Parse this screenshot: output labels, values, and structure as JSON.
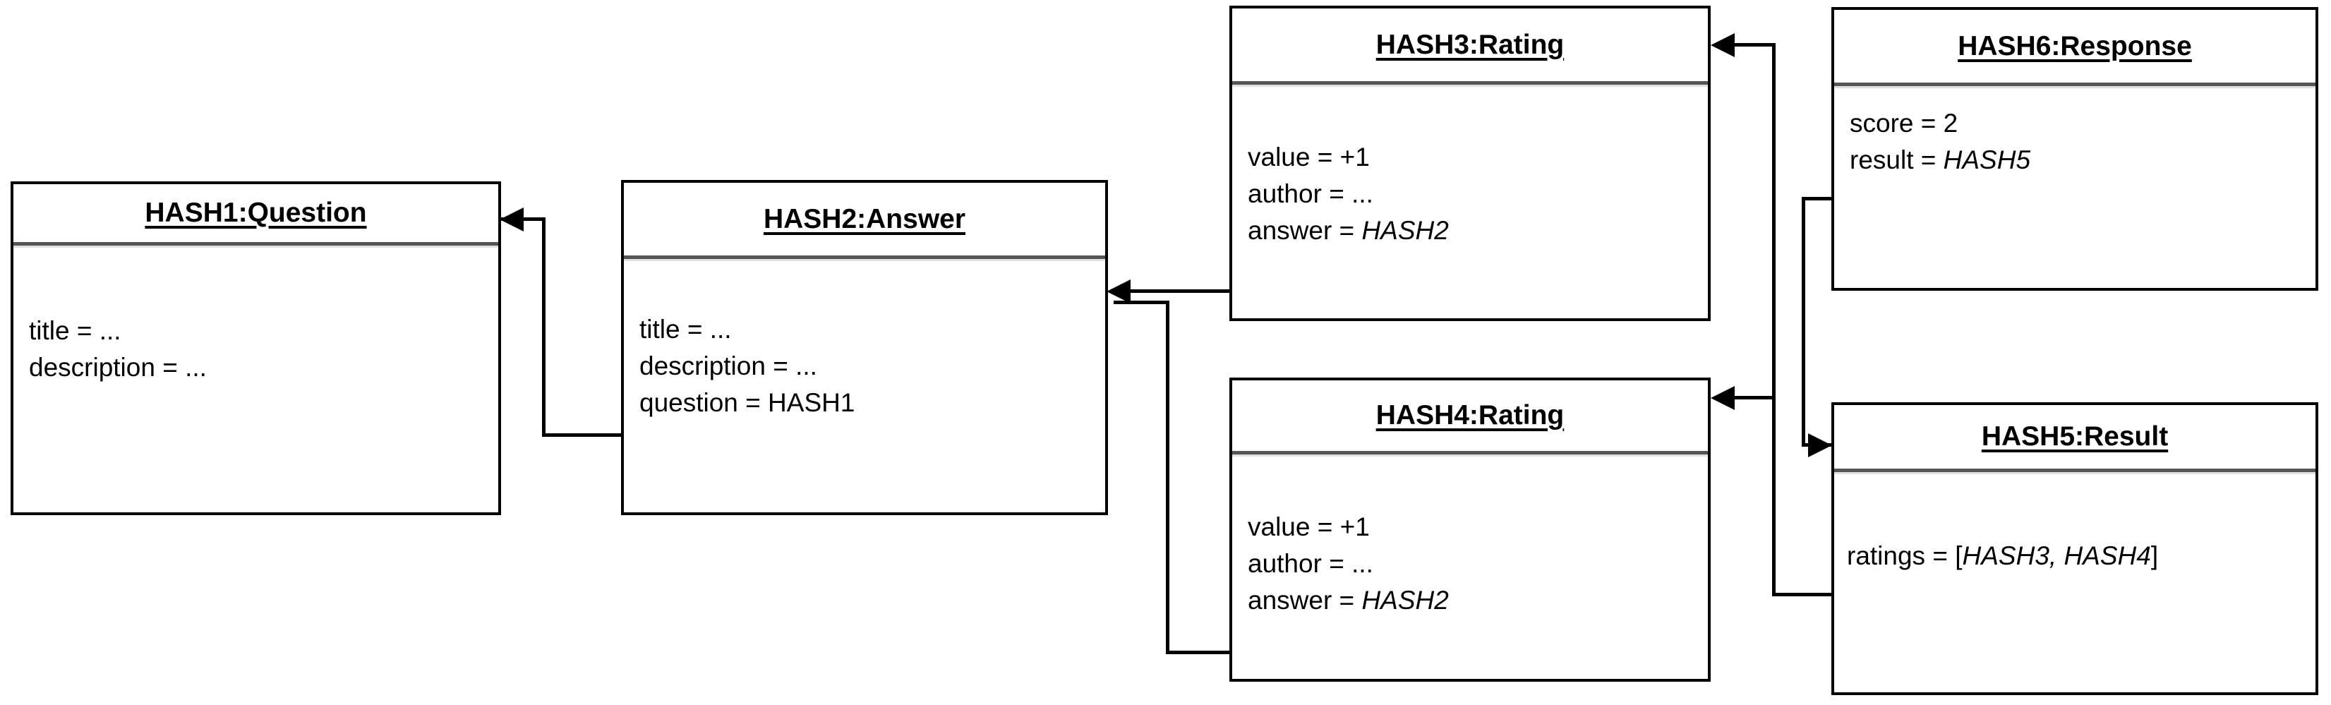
{
  "diagram": {
    "type": "uml-object-diagram",
    "objects": [
      {
        "id": "hash1",
        "title": "HASH1:Question",
        "attributes": [
          {
            "name": "title",
            "value": "...",
            "is_reference": false,
            "text": "title = ..."
          },
          {
            "name": "description",
            "value": "...",
            "is_reference": false,
            "text": "description = ..."
          }
        ]
      },
      {
        "id": "hash2",
        "title": "HASH2:Answer",
        "attributes": [
          {
            "name": "title",
            "value": "...",
            "is_reference": false,
            "text": "title = ..."
          },
          {
            "name": "description",
            "value": "...",
            "is_reference": false,
            "text": "description = ..."
          },
          {
            "name": "question",
            "value": "HASH1",
            "is_reference": false,
            "text": "question = HASH1"
          }
        ]
      },
      {
        "id": "hash3",
        "title": "HASH3:Rating",
        "attributes": [
          {
            "name": "value",
            "value": "+1",
            "is_reference": false,
            "text": "value = +1"
          },
          {
            "name": "author",
            "value": "...",
            "is_reference": false,
            "text": "author = ..."
          },
          {
            "name": "answer",
            "value": "HASH2",
            "is_reference": true,
            "label": "answer = ",
            "ref": "HASH2"
          }
        ]
      },
      {
        "id": "hash4",
        "title": "HASH4:Rating",
        "attributes": [
          {
            "name": "value",
            "value": "+1",
            "is_reference": false,
            "text": "value = +1"
          },
          {
            "name": "author",
            "value": "...",
            "is_reference": false,
            "text": "author = ..."
          },
          {
            "name": "answer",
            "value": "HASH2",
            "is_reference": true,
            "label": "answer = ",
            "ref": "HASH2"
          }
        ]
      },
      {
        "id": "hash5",
        "title": "HASH5:Result",
        "attributes": [
          {
            "name": "ratings",
            "value": "[HASH3, HASH4]",
            "is_reference": true,
            "prefix": "ratings = [",
            "ref": "HASH3, HASH4",
            "suffix": "]"
          }
        ]
      },
      {
        "id": "hash6",
        "title": "HASH6:Response",
        "attributes": [
          {
            "name": "score",
            "value": "2",
            "is_reference": false,
            "text": "score = 2"
          },
          {
            "name": "result",
            "value": "HASH5",
            "is_reference": true,
            "label": "result = ",
            "ref": "HASH5"
          }
        ]
      }
    ],
    "links": [
      {
        "from": "hash2",
        "to": "hash1",
        "via_attribute": "question"
      },
      {
        "from": "hash3",
        "to": "hash2",
        "via_attribute": "answer"
      },
      {
        "from": "hash4",
        "to": "hash2",
        "via_attribute": "answer"
      },
      {
        "from": "hash5",
        "to": "hash3",
        "via_attribute": "ratings"
      },
      {
        "from": "hash5",
        "to": "hash4",
        "via_attribute": "ratings"
      },
      {
        "from": "hash6",
        "to": "hash5",
        "via_attribute": "result"
      }
    ],
    "colors": {
      "background": "#ffffff",
      "border": "#000000",
      "text": "#000000",
      "divider": "#555555",
      "connector": "#000000"
    }
  }
}
